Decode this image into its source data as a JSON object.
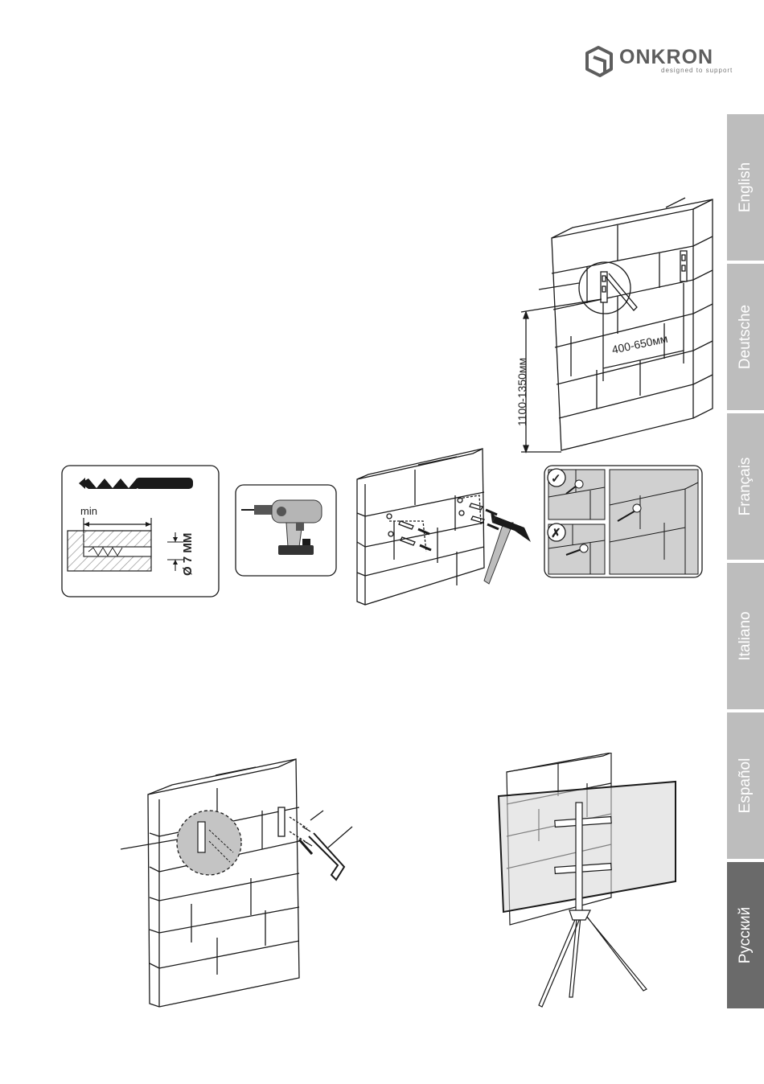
{
  "brand": {
    "name": "ONKRON",
    "tagline": "designed to support"
  },
  "language_tabs": [
    {
      "label": "English",
      "active": false
    },
    {
      "label": "Deutsche",
      "active": false
    },
    {
      "label": "Français",
      "active": false
    },
    {
      "label": "Italiano",
      "active": false
    },
    {
      "label": "Español",
      "active": false
    },
    {
      "label": "Русский",
      "active": true
    }
  ],
  "step1": {
    "height_label": "1100-1350мм",
    "width_label": "400-650мм"
  },
  "step2": {
    "min_label": "min",
    "diameter_label": "Ø 7 ММ",
    "correct_mark": "✓",
    "wrong_mark": "✗"
  },
  "colors": {
    "tab_inactive": "#bdbdbd",
    "tab_active": "#6a6a6a",
    "logo_gray": "#5d5d5d",
    "line": "#1a1a1a",
    "hatch_gray": "#9a9a9a"
  }
}
